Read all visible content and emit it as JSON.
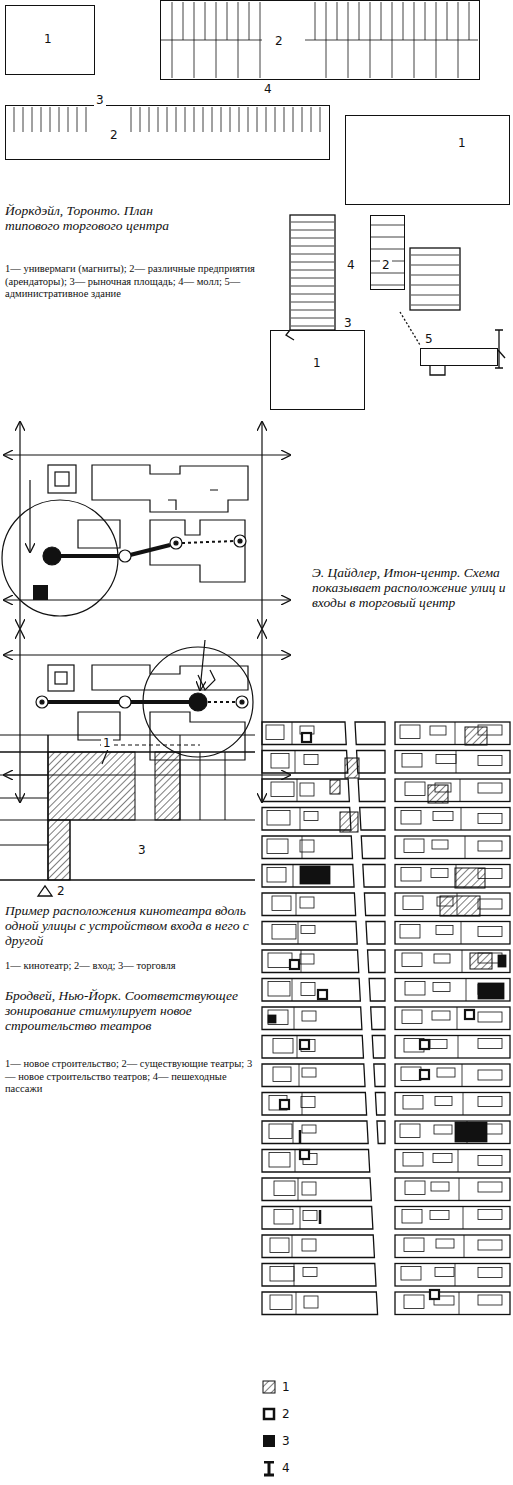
{
  "diagram": {
    "nodes": [
      {
        "text": [
          "1"
        ]
      },
      {
        "text": [
          "2"
        ]
      },
      {
        "text": [
          "2"
        ]
      },
      {
        "text": [
          "1"
        ]
      },
      {
        "text": [
          "2"
        ]
      },
      {
        "text": [
          "1"
        ]
      },
      {
        "text": [
          "5"
        ]
      }
    ],
    "labels": [
      "Йоркдэйл, Торонто. План типового торгового центра",
      "1— универмаги (магниты); 2— различные предприятия (арендаторы); 3— рыночная площадь; 4— молл; 5— административное здание",
      "3",
      "4",
      "4",
      "3",
      "Э. Цайдлер, Итон-центр. Схема показывает расположение улиц и входы в торговый центр",
      "1",
      "2",
      "3",
      "Пример расположения кинотеатра вдоль одной улицы с устройством входа в него с другой",
      "1— кинотеатр; 2— вход; 3— торговля",
      "Бродвей, Нью-Йорк. Соответствующее зонирование стимулирует новое строительство театров",
      "1— новое строительство; 2— существующие театры; 3— новое строительство театров; 4— пешеходные пассажи"
    ],
    "legend": [
      {
        "text": "1"
      },
      {
        "text": "2"
      },
      {
        "text": "3"
      },
      {
        "text": "4"
      }
    ]
  }
}
